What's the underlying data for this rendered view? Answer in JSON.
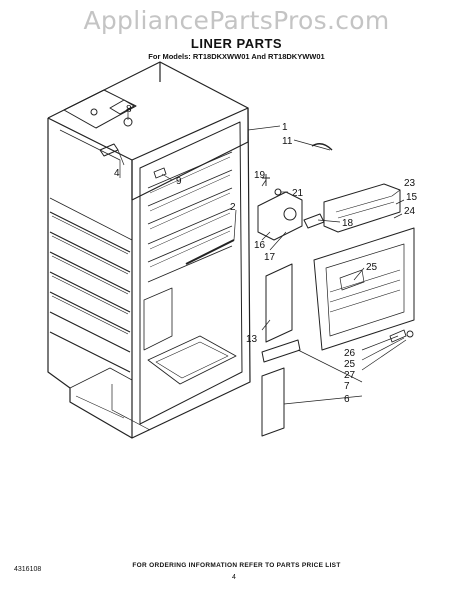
{
  "watermark": "AppliancePartsPros.com",
  "title": "LINER PARTS",
  "models": "For Models: RT18DKXWW01 And RT18DKYWW01",
  "footer": "FOR ORDERING INFORMATION REFER TO PARTS PRICE LIST",
  "page_number": "4",
  "doc_number": "4316108",
  "callouts": {
    "c1": "1",
    "c11": "11",
    "c8": "8",
    "c4": "4",
    "c9": "9",
    "c2": "2",
    "c19": "19",
    "c21": "21",
    "c18": "18",
    "c16": "16",
    "c17": "17",
    "c23": "23",
    "c15": "15",
    "c24": "24",
    "c25a": "25",
    "c13": "13",
    "c26": "26",
    "c25b": "25",
    "c27": "27",
    "c7": "7",
    "c6": "6"
  }
}
